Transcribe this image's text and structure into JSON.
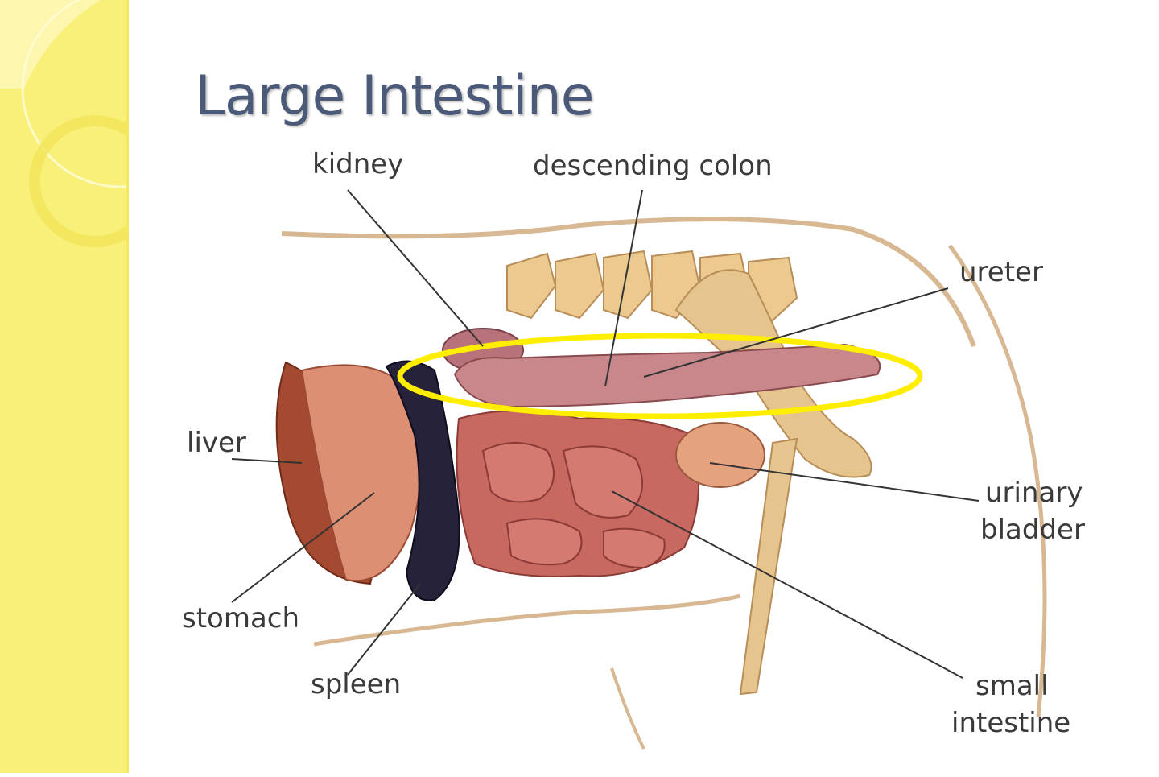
{
  "slide": {
    "title": "Large Intestine"
  },
  "diagram": {
    "labels": {
      "kidney": "kidney",
      "descending_colon": "descending colon",
      "ureter": "ureter",
      "liver": "liver",
      "urinary_bladder_line1": "urinary",
      "urinary_bladder_line2": "bladder",
      "stomach": "stomach",
      "spleen": "spleen",
      "small_intestine_line1": "small",
      "small_intestine_line2": "intestine"
    },
    "highlight_color": "#ffee00"
  },
  "colors": {
    "sidebar": "#f9f07a",
    "title": "#4b5a78"
  }
}
